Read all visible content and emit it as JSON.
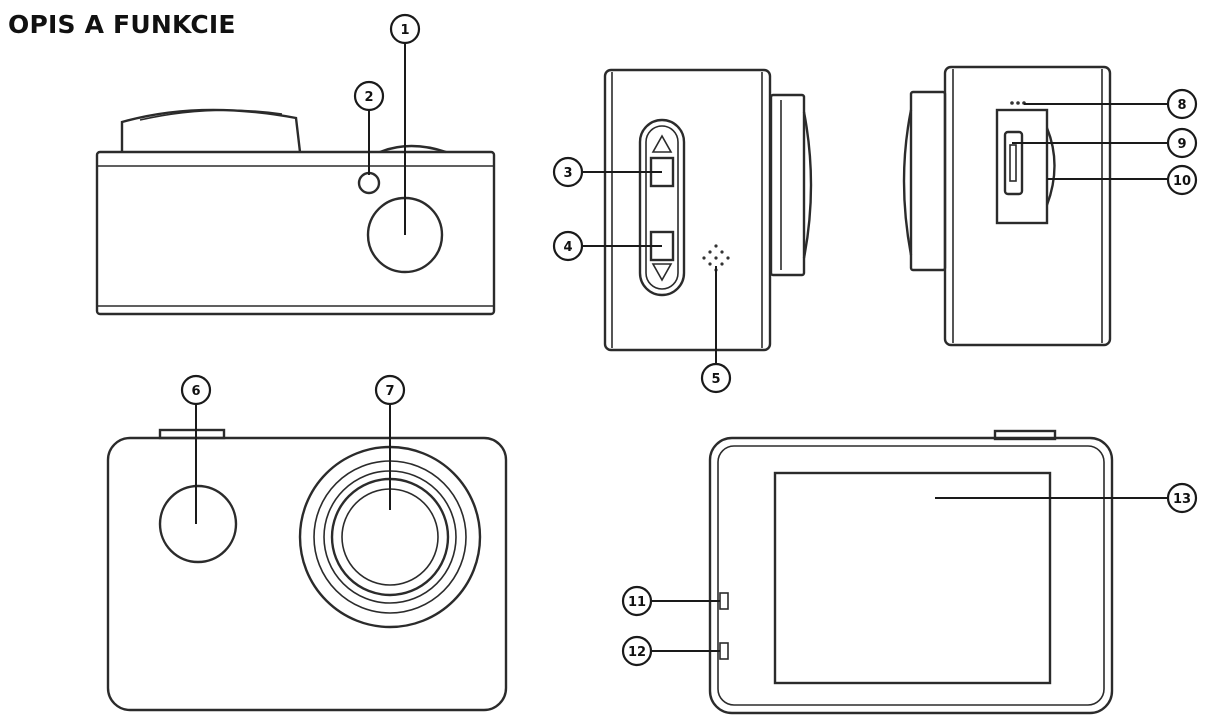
{
  "title": "OPIS A FUNKCIE",
  "callouts": [
    "1",
    "2",
    "3",
    "4",
    "5",
    "6",
    "7",
    "8",
    "9",
    "10",
    "11",
    "12",
    "13"
  ]
}
